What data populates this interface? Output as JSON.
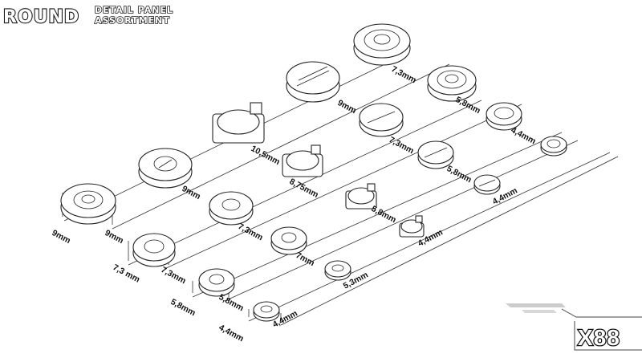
{
  "header": {
    "title": "ROUND",
    "subtitle_line1": "DETAIL PANEL",
    "subtitle_line2": "ASSORTMENT"
  },
  "count_badge": "X88",
  "size_labels": [
    "9mm",
    "9mm",
    "9mm",
    "10,5mm",
    "9mm",
    "7,3mm",
    "7,3 mm",
    "7,3mm",
    "7,3mm",
    "8,75mm",
    "7,3mm",
    "5,8mm",
    "5,8mm",
    "5,8mm",
    "7mm",
    "5,8mm",
    "5,8mm",
    "4,4mm",
    "4,4mm",
    "4,4mm",
    "5,3mm",
    "4,4mm",
    "4,4mm"
  ]
}
